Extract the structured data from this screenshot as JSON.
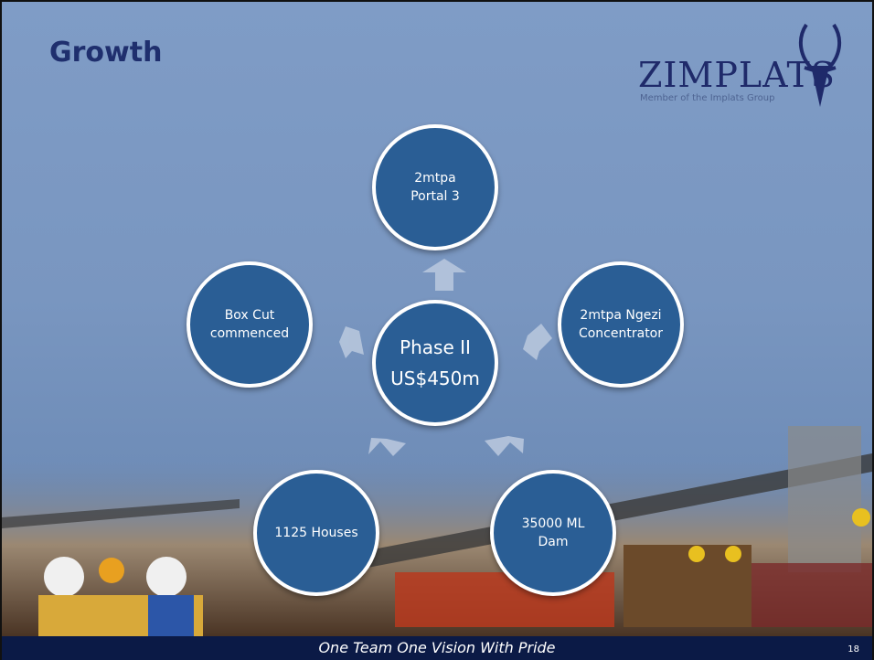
{
  "slide": {
    "title": "Growth",
    "logo": {
      "word": "ZIMPLATS",
      "subtitle": "Member of the Implats Group"
    },
    "center": {
      "line1": "Phase II",
      "line2": "US$450m"
    },
    "nodes": {
      "top": {
        "line1": "2mtpa",
        "line2": "Portal 3"
      },
      "right": {
        "line1": "2mtpa Ngezi",
        "line2": "Concentrator"
      },
      "bottom_right": {
        "line1": "35000 ML",
        "line2": "Dam"
      },
      "bottom_left": {
        "line1": "1125 Houses",
        "line2": ""
      },
      "left": {
        "line1": "Box Cut",
        "line2": "commenced"
      }
    },
    "footer": "One Team One Vision With Pride",
    "page_number": "18"
  },
  "colors": {
    "circle": "#2a5e95",
    "title": "#1f2f6e",
    "footer_bg": "#0b1a46"
  }
}
